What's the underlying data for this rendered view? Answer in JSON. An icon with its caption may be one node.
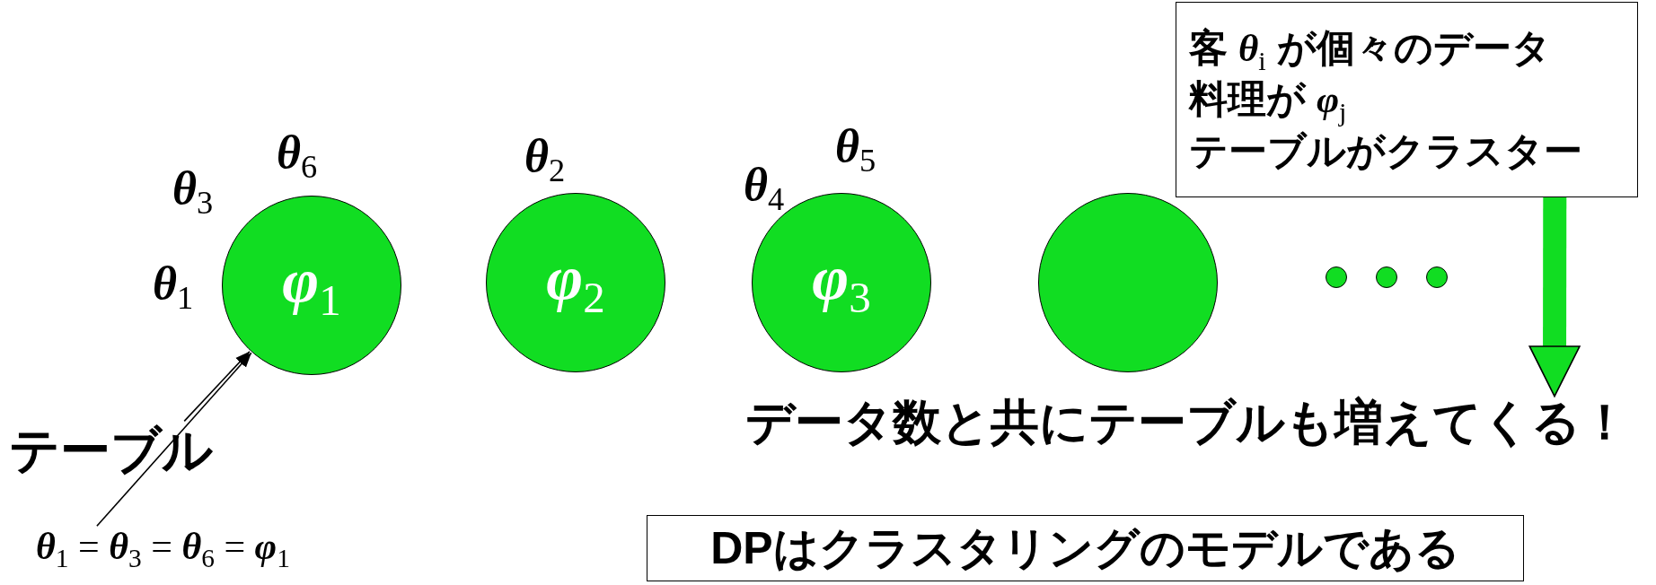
{
  "diagram": {
    "nodes": [
      {
        "text": [
          "*φ*$_{1}$"
        ],
        "beside": [
          "*θ*$_{3}$",
          "*θ*$_{6}$",
          "*θ*$_{1}$"
        ]
      },
      {
        "text": [
          "*φ*$_{2}$"
        ],
        "beside": [
          "*θ*$_{2}$"
        ]
      },
      {
        "text": [
          "*φ*$_{3}$"
        ],
        "beside": [
          "*θ*$_{4}$",
          "*θ*$_{5}$"
        ]
      },
      {
        "text": [],
        "shape": "circle"
      },
      {
        "text": [],
        "shape": "circle"
      },
      {
        "text": [],
        "shape": "circle"
      },
      {
        "text": [],
        "shape": "circle"
      },
      {
        "text": [
          "客 *θ*$_{i}$ が個々のデータ",
          "料理が *φ*$_{j}$",
          "テーブルがクラスター"
        ]
      },
      {
        "text": [
          "データ数と共にテーブルも増えてくる！"
        ]
      },
      {
        "text": [
          "テーブル"
        ]
      },
      {
        "text": [
          "*θ*$_{1}$ = *θ*$_{3}$ = *θ*$_{6}$ = *φ*$_{1}$"
        ]
      },
      {
        "text": [
          "DPはクラスタリングのモデルである"
        ]
      }
    ],
    "edges": [
      {
        "from": 7,
        "to": 8,
        "arrow": "to",
        "style": "thick",
        "color": "#11dd22"
      },
      {
        "from": 9,
        "to": 0,
        "arrow": "to"
      },
      {
        "from": 10,
        "to": 0,
        "arrow": "to"
      }
    ]
  }
}
